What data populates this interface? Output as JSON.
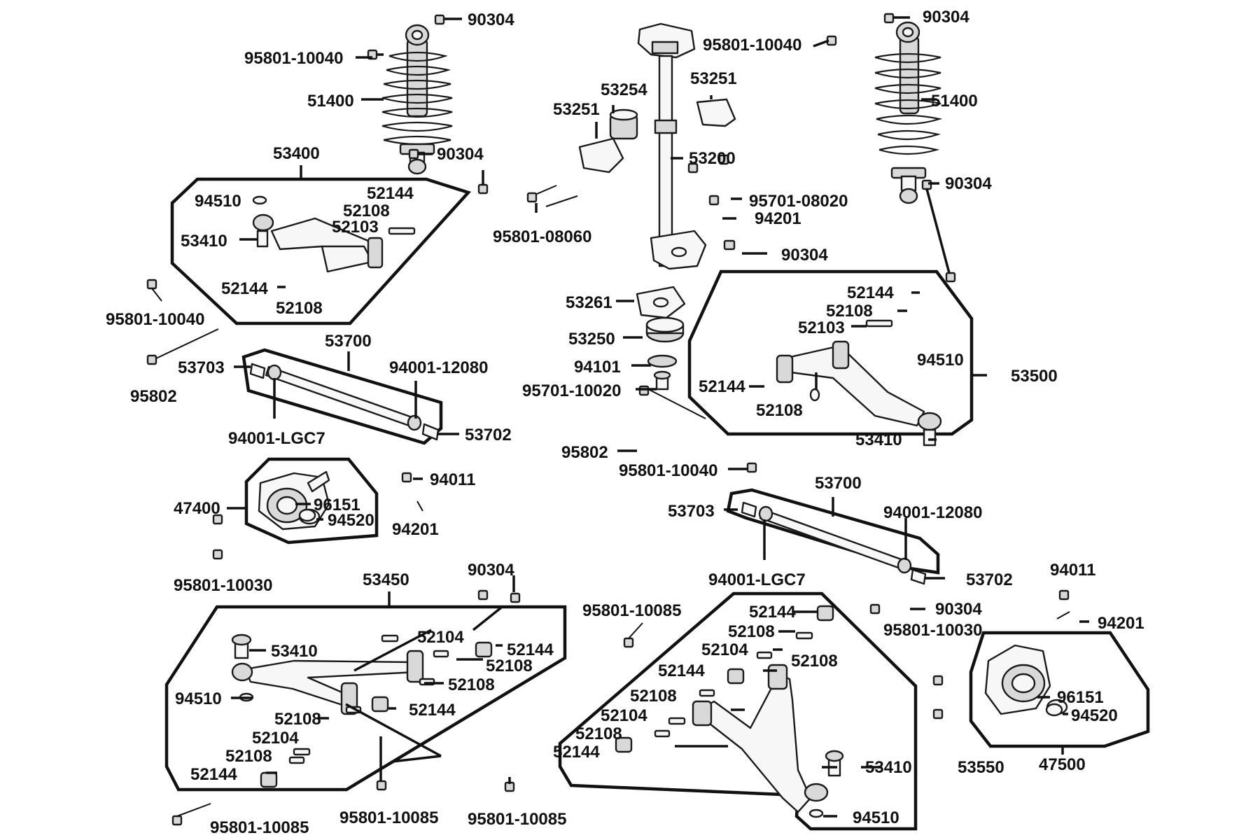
{
  "parts": {
    "p_90304_a": "90304",
    "p_95801_10040_a": "95801-10040",
    "p_51400_a": "51400",
    "p_90304_b": "90304",
    "p_53400": "53400",
    "p_94510_a": "94510",
    "p_52144_a": "52144",
    "p_52108_a": "52108",
    "p_52103_a": "52103",
    "p_53410_a": "53410",
    "p_52144_b": "52144",
    "p_52108_b": "52108",
    "p_95801_10040_b": "95801-10040",
    "p_53700_a": "53700",
    "p_53703_a": "53703",
    "p_95802_a": "95802",
    "p_94001_12080_a": "94001-12080",
    "p_94001_lgc7_a": "94001-LGC7",
    "p_53702_a": "53702",
    "p_94011_a": "94011",
    "p_47400": "47400",
    "p_96151_a": "96151",
    "p_94520_a": "94520",
    "p_94201_a": "94201",
    "p_95801_10030_a": "95801-10030",
    "p_90304_c": "90304",
    "p_53450": "53450",
    "p_53410_b": "53410",
    "p_52104_a": "52104",
    "p_52144_c": "52144",
    "p_52108_c": "52108",
    "p_94510_b": "94510",
    "p_52108_d": "52108",
    "p_52144_d": "52144",
    "p_52108_e": "52108",
    "p_52104_b": "52104",
    "p_52108_f": "52108",
    "p_52144_e": "52144",
    "p_95801_10085_a": "95801-10085",
    "p_95801_10085_b": "95801-10085",
    "p_95801_10085_c": "95801-10085",
    "p_95801_10040_c": "95801-10040",
    "p_53254": "53254",
    "p_53251_a": "53251",
    "p_53251_b": "53251",
    "p_53200": "53200",
    "p_95701_08020": "95701-08020",
    "p_94201_b": "94201",
    "p_95801_08060": "95801-08060",
    "p_90304_d": "90304",
    "p_53261": "53261",
    "p_53250": "53250",
    "p_94101": "94101",
    "p_95701_10020": "95701-10020",
    "p_95802_b": "95802",
    "p_95801_10040_d": "95801-10040",
    "p_90304_e": "90304",
    "p_51400_b": "51400",
    "p_90304_f": "90304",
    "p_52144_f": "52144",
    "p_52108_g": "52108",
    "p_52103_b": "52103",
    "p_94510_c": "94510",
    "p_53500": "53500",
    "p_52144_g": "52144",
    "p_52108_h": "52108",
    "p_53410_c": "53410",
    "p_53700_b": "53700",
    "p_53703_b": "53703",
    "p_94001_12080_b": "94001-12080",
    "p_94001_lgc7_b": "94001-LGC7",
    "p_53702_b": "53702",
    "p_94011_b": "94011",
    "p_94201_c": "94201",
    "p_90304_g": "90304",
    "p_95801_10030_b": "95801-10030",
    "p_95801_10085_d": "95801-10085",
    "p_52144_h": "52144",
    "p_52108_i": "52108",
    "p_52104_c": "52104",
    "p_52108_j": "52108",
    "p_52144_i": "52144",
    "p_52108_k": "52108",
    "p_52104_d": "52104",
    "p_52108_l": "52108",
    "p_52144_j": "52144",
    "p_53410_d": "53410",
    "p_53550": "53550",
    "p_94510_d": "94510",
    "p_96151_b": "96151",
    "p_94520_b": "94520",
    "p_47500": "47500"
  }
}
